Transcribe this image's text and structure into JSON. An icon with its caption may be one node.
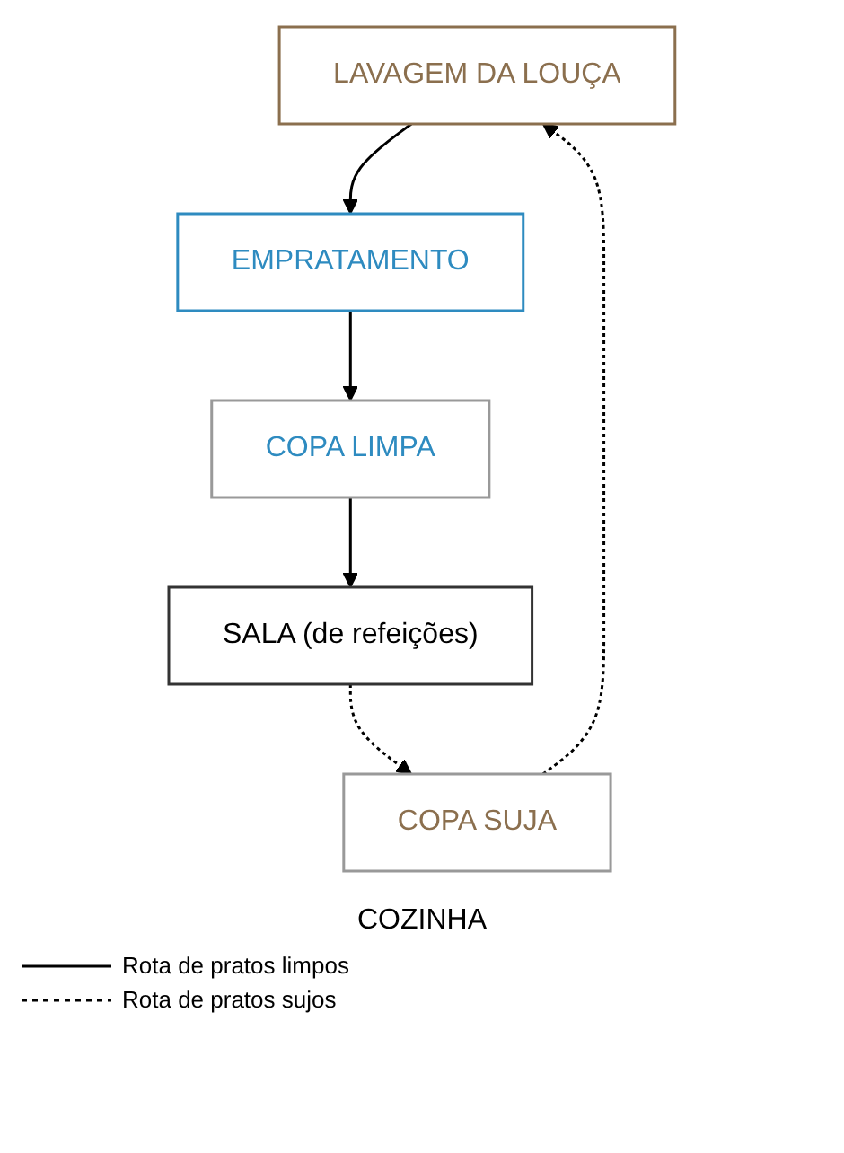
{
  "diagram": {
    "nodes": [
      {
        "text": [
          "LAVAGEM DA LOUÇA"
        ]
      },
      {
        "text": [
          "EMPRATAMENTO"
        ]
      },
      {
        "text": [
          "COPA SUJA"
        ]
      },
      {
        "text": [
          "COPA LIMPA"
        ]
      },
      {
        "text": [
          "SALA (de refeições)"
        ]
      }
    ],
    "edges": [
      {
        "from": 0,
        "to": 1,
        "arrow": "to"
      },
      {
        "from": 1,
        "to": 3,
        "arrow": "to"
      },
      {
        "from": 3,
        "to": 4,
        "arrow": "to"
      },
      {
        "from": 4,
        "to": 2,
        "arrow": "to",
        "style": "dashed"
      },
      {
        "from": 2,
        "to": 0,
        "arrow": "to",
        "style": "dashed"
      }
    ],
    "labels": [
      "COZINHA"
    ],
    "legend": [
      {
        "text": "Rota de pratos limpos"
      },
      {
        "text": "Rota de pratos sujos"
      }
    ]
  }
}
